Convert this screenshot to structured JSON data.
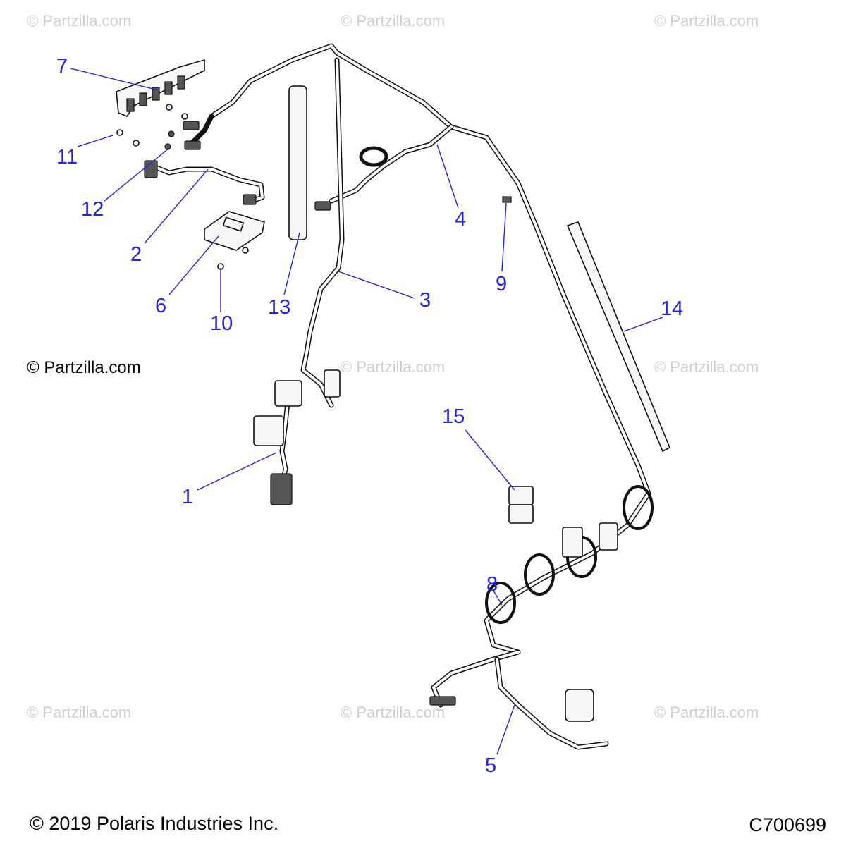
{
  "watermarks": [
    "© Partzilla.com",
    "© Partzilla.com",
    "© Partzilla.com",
    "© Partzilla.com",
    "© Partzilla.com",
    "© Partzilla.com",
    "© Partzilla.com",
    "© Partzilla.com"
  ],
  "credit": "© Partzilla.com",
  "footer": {
    "copyright": "© 2019 Polaris Industries Inc.",
    "code": "C700699"
  },
  "callouts": [
    "1",
    "2",
    "3",
    "4",
    "5",
    "6",
    "7",
    "8",
    "9",
    "10",
    "11",
    "12",
    "13",
    "14",
    "15"
  ],
  "colors": {
    "callout": "#2323d8",
    "watermark": "#cfcfcf",
    "line": "#111111"
  }
}
